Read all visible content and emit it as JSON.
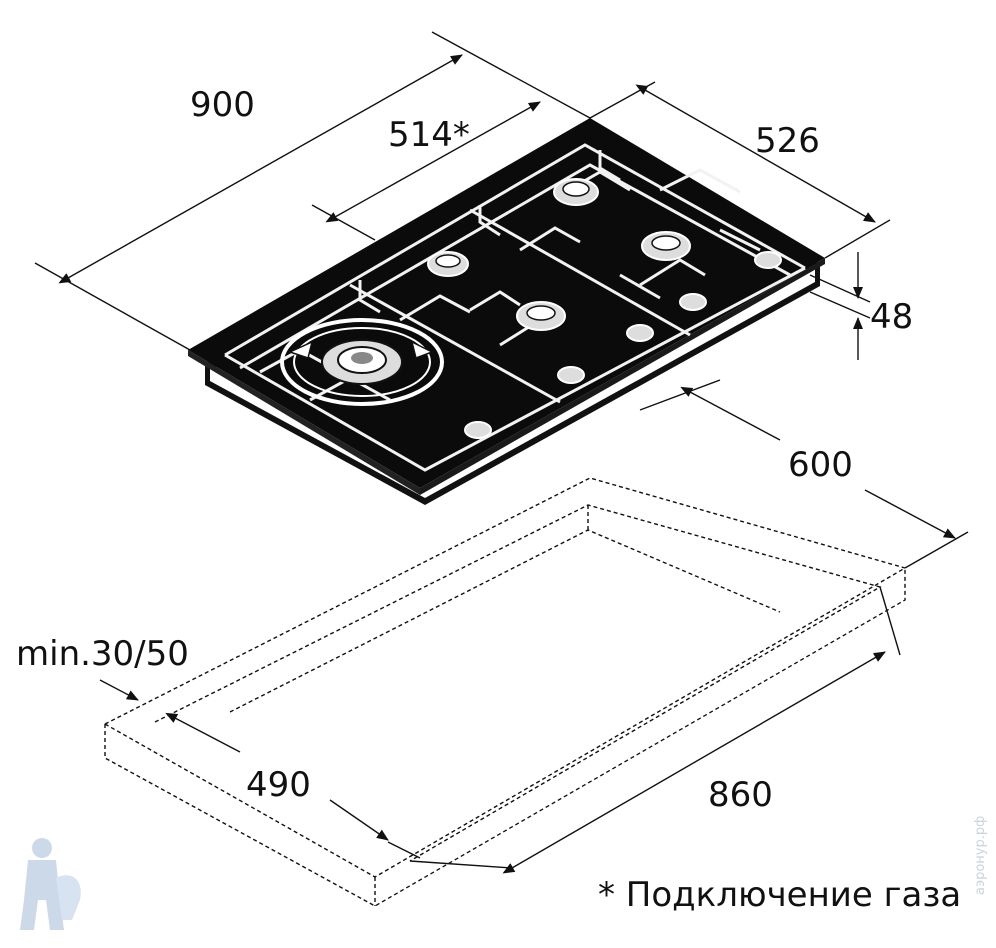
{
  "dimensions": {
    "width_total": "900",
    "burner_offset": "514*",
    "depth": "526",
    "height": "48",
    "cutout_depth_outer": "600",
    "worktop_min": "min.30/50",
    "cutout_depth": "490",
    "cutout_width": "860"
  },
  "footnote": "* Подключение газа",
  "watermark": "аэронур.рф"
}
